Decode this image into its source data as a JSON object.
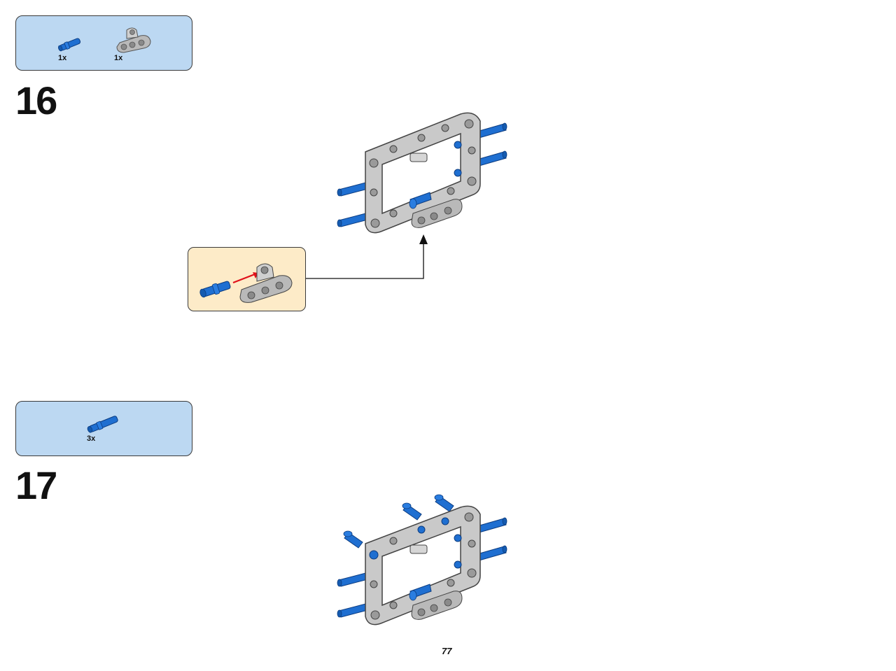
{
  "page": {
    "number": "77"
  },
  "steps": [
    {
      "number": "16",
      "parts": [
        {
          "icon": "blue-axle-pin-icon",
          "qty": "1x"
        },
        {
          "icon": "gray-liftarm-axle-hole-icon",
          "qty": "1x"
        }
      ]
    },
    {
      "number": "17",
      "parts": [
        {
          "icon": "blue-axle-pin-icon",
          "qty": "3x"
        }
      ]
    }
  ],
  "colors": {
    "parts_box_bg": "#bcd8f2",
    "sub_assembly_bg": "#fdebc8",
    "technic_blue": "#1f6fd1",
    "light_gray": "#c8c8c8",
    "arrow_red": "#e0101a"
  }
}
